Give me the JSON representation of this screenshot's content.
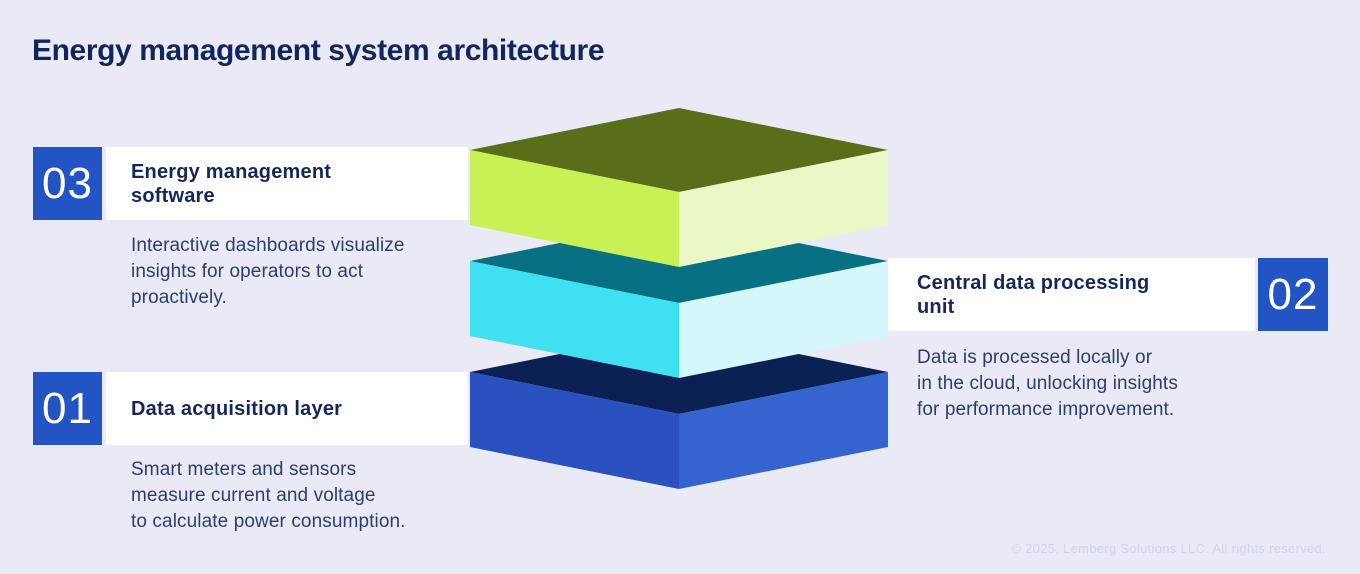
{
  "page": {
    "title": "Energy management system architecture",
    "footer": "© 2025, Lemberg Solutions LLC. All rights reserved.",
    "background_color": "#e9eaf5"
  },
  "theme": {
    "badge_bg": "#2254c4",
    "badge_text_color": "#ffffff",
    "bar_bg": "#ffffff",
    "heading_color": "#14275d",
    "body_color": "#2e3d6e",
    "title_color": "#13265c",
    "footer_color": "#d2d5e6"
  },
  "callouts": [
    {
      "number": "01",
      "side": "left",
      "title": "Data acquisition layer",
      "title_lines": [
        "Data acquisition layer"
      ],
      "description": "Smart meters and sensors measure current and voltage to calculate power consumption.",
      "description_lines": [
        "Smart meters and sensors",
        "measure current and voltage",
        "to calculate power consumption."
      ]
    },
    {
      "number": "02",
      "side": "right",
      "title": "Central data processing unit",
      "title_lines": [
        "Central data processing",
        "unit"
      ],
      "description": "Data is processed locally or in the cloud, unlocking insights for performance improvement.",
      "description_lines": [
        "Data is processed locally or",
        "in the cloud, unlocking insights",
        "for performance improvement."
      ]
    },
    {
      "number": "03",
      "side": "left",
      "title": "Energy management software",
      "title_lines": [
        "Energy management",
        "software"
      ],
      "description": "Interactive dashboards visualize insights for operators to act proactively.",
      "description_lines": [
        "Interactive dashboards visualize",
        "insights for operators to act",
        "proactively."
      ]
    }
  ],
  "stack": {
    "layers": [
      {
        "name": "Data acquisition layer",
        "position": "bottom",
        "faces": {
          "top": "#0b2153",
          "left": "#2b50c0",
          "right": "#3564d0"
        }
      },
      {
        "name": "Central data processing unit",
        "position": "middle",
        "faces": {
          "top": "#077083",
          "left": "#41dff2",
          "right": "#d5f7fc"
        }
      },
      {
        "name": "Energy management software",
        "position": "top",
        "faces": {
          "top": "#5a6e19",
          "left": "#c9f155",
          "right": "#e9f8c6"
        }
      }
    ]
  }
}
